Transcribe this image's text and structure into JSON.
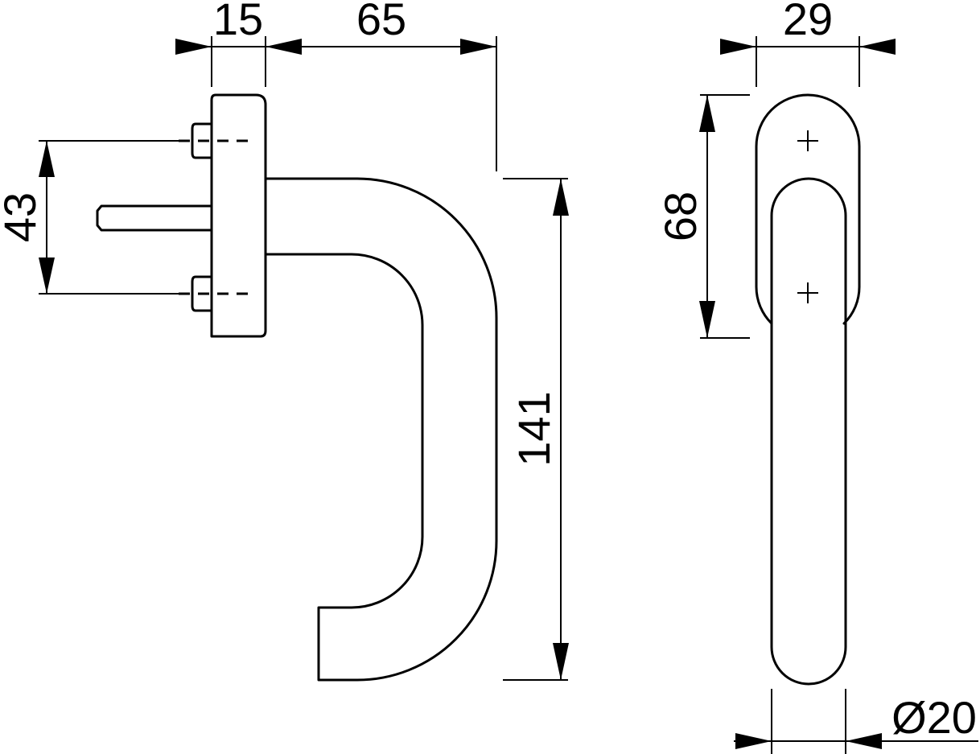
{
  "drawing": {
    "dimensions": {
      "rose_thickness": "15",
      "handle_projection": "65",
      "screw_spacing": "43",
      "handle_length": "141",
      "rose_width": "29",
      "rose_height": "68",
      "grip_diameter": "Ø20"
    },
    "colors": {
      "line": "#000000",
      "background": "#ffffff"
    }
  }
}
